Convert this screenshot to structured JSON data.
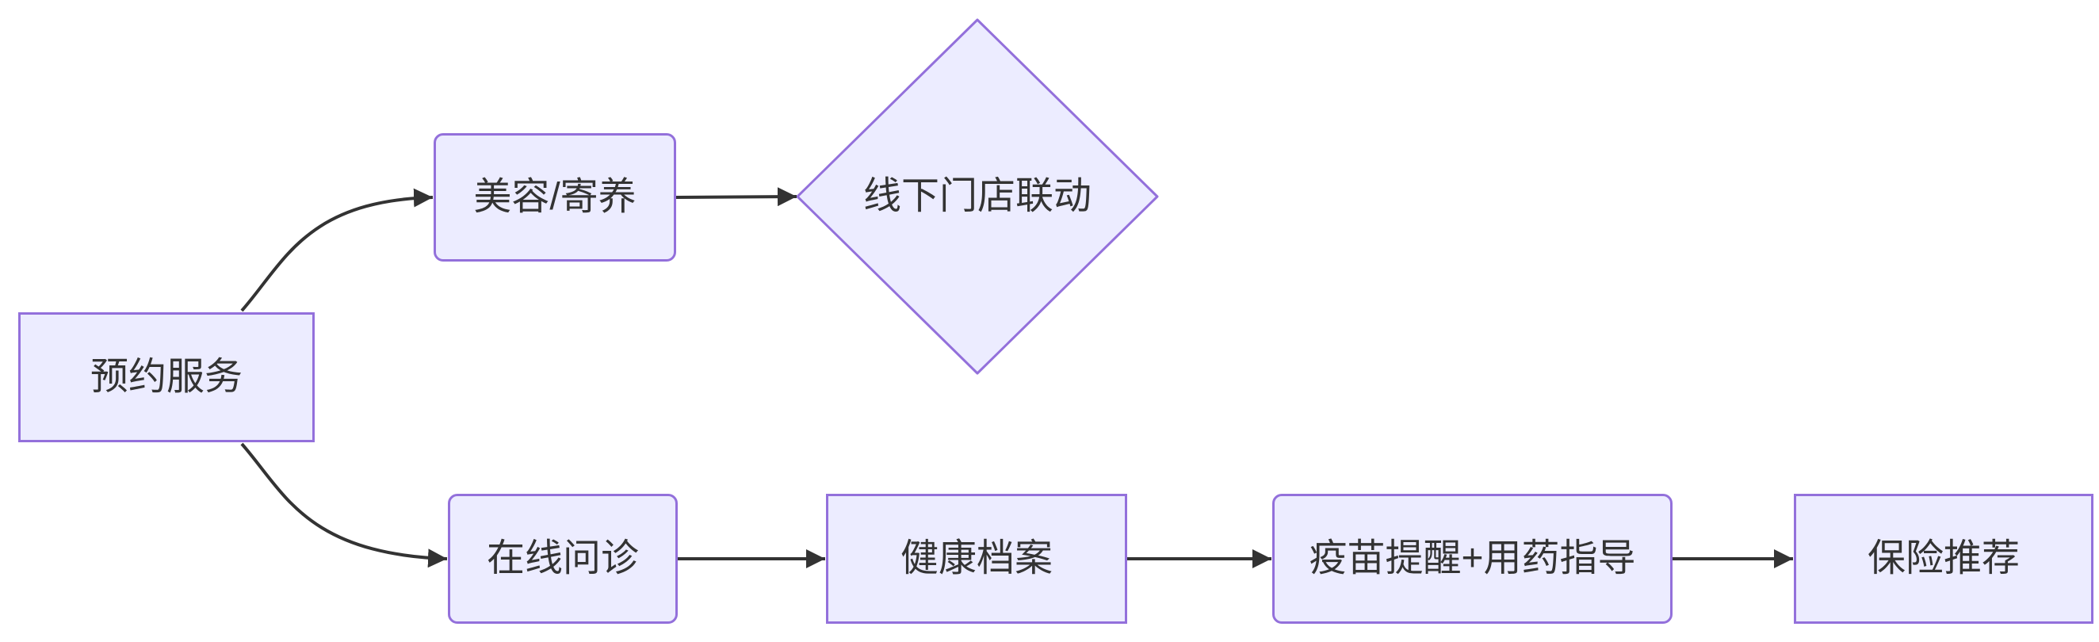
{
  "diagram": {
    "type": "flowchart",
    "direction": "left-to-right",
    "colors": {
      "background": "#ffffff",
      "node_fill": "#ECECFF",
      "node_border": "#9370DB",
      "edge_line": "#333333",
      "arrowhead": "#333333",
      "text": "#333333"
    },
    "nodes": [
      {
        "id": "booking-service",
        "label": "预约服务",
        "shape": "rectangle"
      },
      {
        "id": "grooming-boarding",
        "label": "美容/寄养",
        "shape": "rounded-rectangle"
      },
      {
        "id": "offline-store-linkage",
        "label": "线下门店联动",
        "shape": "diamond"
      },
      {
        "id": "online-consultation",
        "label": "在线问诊",
        "shape": "rounded-rectangle"
      },
      {
        "id": "health-records",
        "label": "健康档案",
        "shape": "rectangle"
      },
      {
        "id": "vaccine-reminder-medication-guidance",
        "label": "疫苗提醒+用药指导",
        "shape": "rounded-rectangle"
      },
      {
        "id": "insurance-recommendation",
        "label": "保险推荐",
        "shape": "rectangle"
      }
    ],
    "edges": [
      {
        "from": "预约服务",
        "to": "美容/寄养",
        "style": "curved-arrow"
      },
      {
        "from": "预约服务",
        "to": "在线问诊",
        "style": "curved-arrow"
      },
      {
        "from": "美容/寄养",
        "to": "线下门店联动",
        "style": "straight-arrow"
      },
      {
        "from": "在线问诊",
        "to": "健康档案",
        "style": "straight-arrow"
      },
      {
        "from": "健康档案",
        "to": "疫苗提醒+用药指导",
        "style": "straight-arrow"
      },
      {
        "from": "疫苗提醒+用药指导",
        "to": "保险推荐",
        "style": "straight-arrow"
      }
    ]
  }
}
